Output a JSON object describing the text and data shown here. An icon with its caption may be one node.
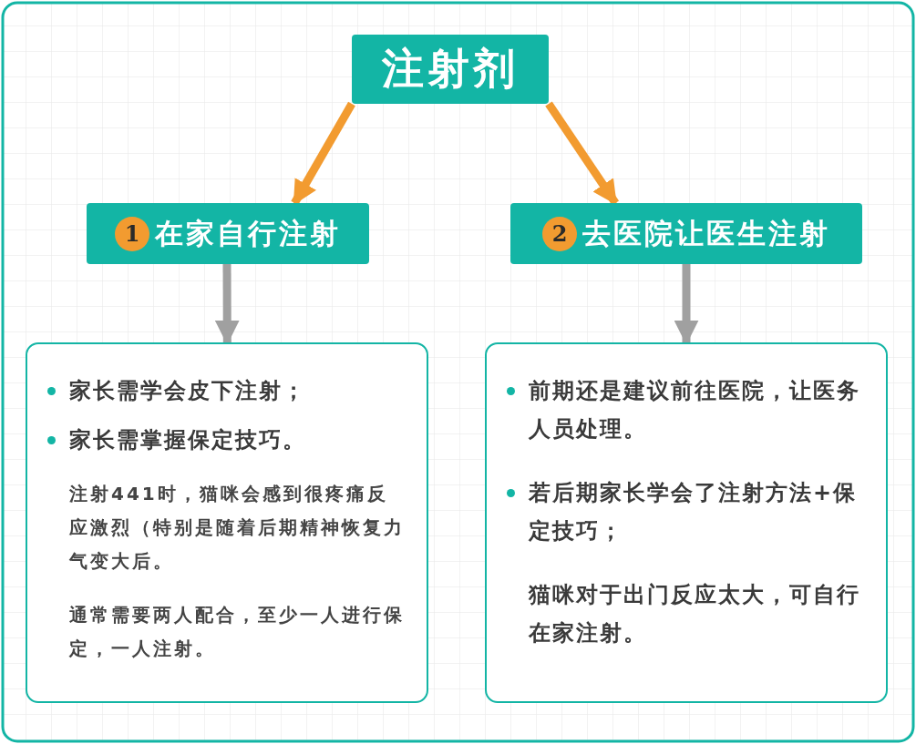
{
  "diagram": {
    "nodes": [
      {
        "text": [
          "注射剂"
        ]
      },
      {
        "text": [
          "1",
          "在家自行注射"
        ]
      },
      {
        "text": [
          "2",
          "去医院让医生注射"
        ]
      },
      {
        "text": [
          "家长需学会皮下注射；",
          "家长需掌握保定技巧。",
          "注射441时，猫咪会感到很疼痛反应激烈（特别是随着后期精神恢复力气变大后。",
          "通常需要两人配合，至少一人进行保定，一人注射。"
        ]
      },
      {
        "text": [
          "前期还是建议前往医院，让医务人员处理。",
          "若后期家长学会了注射方法+保定技巧；",
          "猫咪对于出门反应太大，可自行在家注射。"
        ]
      }
    ],
    "edges": [
      {
        "from": 0,
        "to": 1,
        "arrow": "to",
        "color": "#f29b30"
      },
      {
        "from": 0,
        "to": 2,
        "arrow": "to",
        "color": "#f29b30"
      },
      {
        "from": 1,
        "to": 3,
        "arrow": "to",
        "color": "#a0a0a0"
      },
      {
        "from": 2,
        "to": 4,
        "arrow": "to",
        "color": "#a0a0a0"
      }
    ]
  }
}
